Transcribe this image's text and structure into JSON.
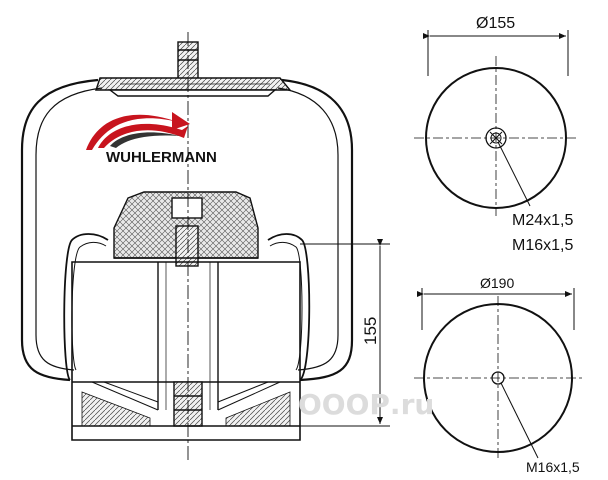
{
  "brand": {
    "name": "WUHLERMANN"
  },
  "watermark": {
    "text": "ОООР.ru"
  },
  "dimensions": {
    "height": "155",
    "top_view_diameter": "Ø155",
    "bottom_view_diameter": "Ø190"
  },
  "threads": {
    "top_line1": "M24x1,5",
    "top_line2": "M16x1,5",
    "bottom": "M16x1,5"
  },
  "colors": {
    "brand_red": "#c8141e",
    "line": "#111111",
    "hatch": "#333333"
  }
}
